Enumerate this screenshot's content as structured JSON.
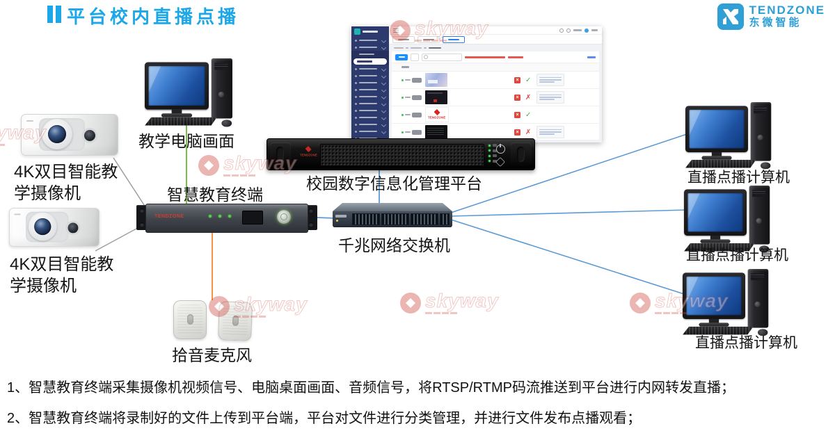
{
  "header": {
    "title": "平台校内直播点播",
    "accent_color": "#1ba7e8",
    "brand_en": "TENDZONE",
    "brand_cn": "东微智能"
  },
  "platform_ui": {
    "thumb_brand": "TENDZONE"
  },
  "nodes": {
    "camera_top": {
      "label": "4K双目智能教学摄像机"
    },
    "camera_bottom": {
      "label": "4K双目智能教学摄像机"
    },
    "teacher_pc": {
      "label": "教学电脑画面"
    },
    "terminal": {
      "label": "智慧教育终端",
      "brand": "TENDZONE"
    },
    "server": {
      "label": "校园数字信息化管理平台",
      "brand": "TENDZONE"
    },
    "switch": {
      "label": "千兆网络交换机"
    },
    "microphones": {
      "label": "拾音麦克风"
    },
    "viewer_pcs": [
      {
        "label": "直播点播计算机"
      },
      {
        "label": "直播点播计算机"
      },
      {
        "label": "直播点播计算机"
      }
    ]
  },
  "connections": {
    "camera_to_terminal_color": "#9aa0a4",
    "pc_to_terminal_color": "#77c043",
    "terminal_to_mic_color": "#f5953d",
    "network_color": "#5b9bd5"
  },
  "notes": {
    "line1": "1、智慧教育终端采集摄像机视频信号、电脑桌面画面、音频信号，将RTSP/RTMP码流推送到平台进行内网转发直播；",
    "line2": "2、智慧教育终端将录制好的文件上传到平台端，平台对文件进行分类管理，并进行文件发布点播观看；"
  },
  "watermark": {
    "text": "skyway"
  }
}
